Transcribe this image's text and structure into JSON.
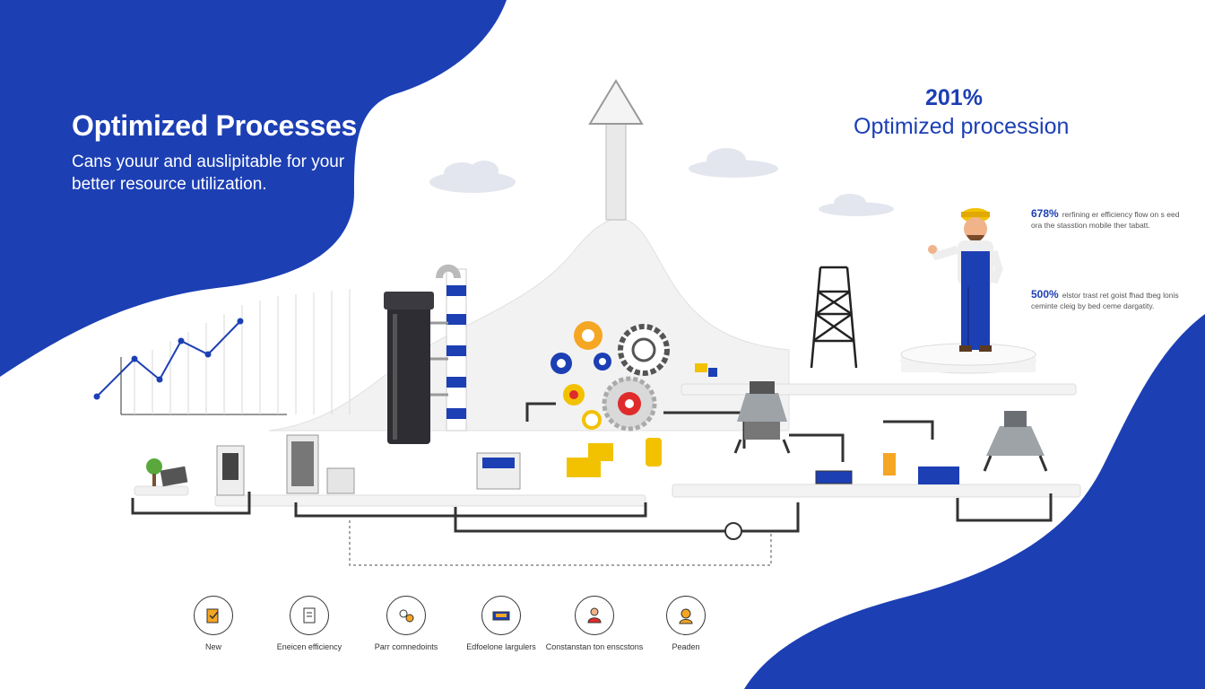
{
  "hero": {
    "title": "Optimized Processes",
    "subtitle": "Cans youur and auslipitable for your better resource utilization."
  },
  "stat_main": {
    "percent": "201%",
    "label": "Optimized procession"
  },
  "side_stats": [
    {
      "percent": "678%",
      "text": "rerfining er efficiency flow on s eed ora the stasstion mobile ther tabatt."
    },
    {
      "percent": "500%",
      "text": "elstor trast ret goist fhad tbeg lonis ceminte cleig by bed ceme dargatity."
    }
  ],
  "features": [
    {
      "icon": "clipboard-check-icon",
      "label": "New"
    },
    {
      "icon": "document-icon",
      "label": "Eneicen efficiency"
    },
    {
      "icon": "handshake-icon",
      "label": "Parr comnedoints"
    },
    {
      "icon": "machine-icon",
      "label": "Edfoelone largulers"
    },
    {
      "icon": "worker-icon",
      "label": "Constanstan ton enscstons"
    },
    {
      "icon": "person-icon",
      "label": "Peaden"
    }
  ],
  "colors": {
    "brand_blue": "#1c3fb4",
    "accent_orange": "#f5a623",
    "accent_yellow": "#f2c200",
    "accent_red": "#e02b2b"
  }
}
